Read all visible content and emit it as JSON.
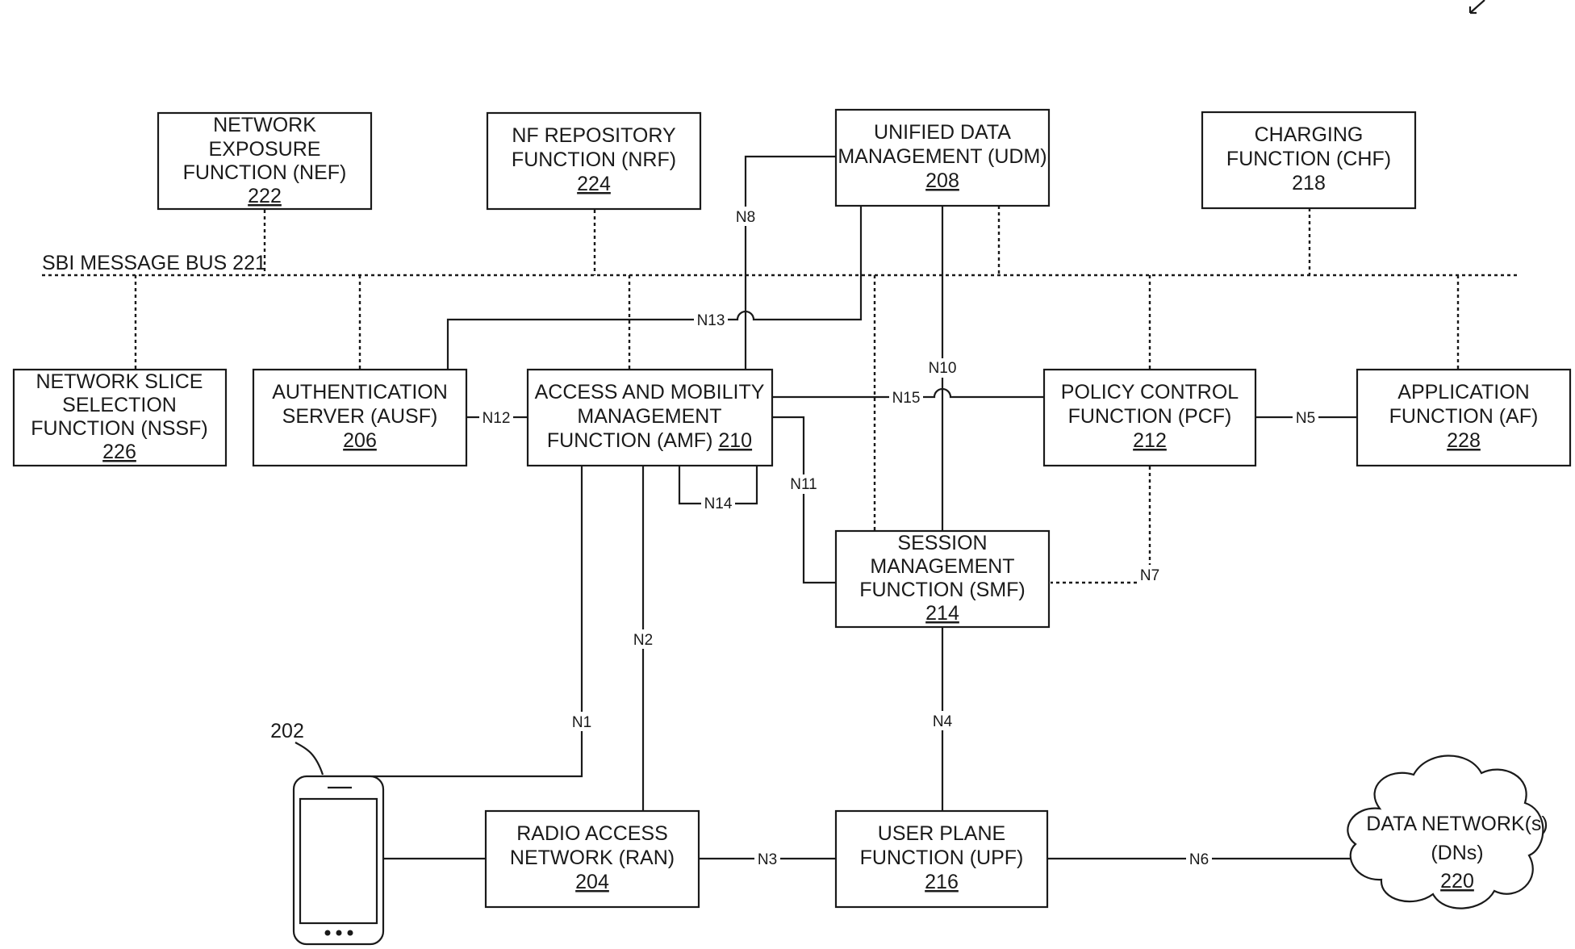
{
  "bus": {
    "label": "SBI MESSAGE BUS 221"
  },
  "nodes": {
    "nef": {
      "lines": [
        "NETWORK",
        "EXPOSURE",
        "FUNCTION (NEF)"
      ],
      "ref": "222"
    },
    "nrf": {
      "lines": [
        "NF REPOSITORY",
        "FUNCTION (NRF)"
      ],
      "ref": "224"
    },
    "udm": {
      "lines": [
        "UNIFIED DATA",
        "MANAGEMENT (UDM)"
      ],
      "ref": "208"
    },
    "chf": {
      "lines": [
        "CHARGING",
        "FUNCTION (CHF)"
      ],
      "ref": "218"
    },
    "nssf": {
      "lines": [
        "NETWORK SLICE",
        "SELECTION",
        "FUNCTION (NSSF)"
      ],
      "ref": "226"
    },
    "ausf": {
      "lines": [
        "AUTHENTICATION",
        "SERVER (AUSF)"
      ],
      "ref": "206"
    },
    "amf": {
      "lines": [
        "ACCESS AND MOBILITY",
        "MANAGEMENT"
      ],
      "line3": "FUNCTION (AMF)",
      "ref": "210"
    },
    "pcf": {
      "lines": [
        "POLICY CONTROL",
        "FUNCTION (PCF)"
      ],
      "ref": "212"
    },
    "af": {
      "lines": [
        "APPLICATION",
        "FUNCTION (AF)"
      ],
      "ref": "228"
    },
    "smf": {
      "lines": [
        "SESSION",
        "MANAGEMENT",
        "FUNCTION (SMF)"
      ],
      "ref": "214"
    },
    "ran": {
      "lines": [
        "RADIO ACCESS",
        "NETWORK (RAN)"
      ],
      "ref": "204"
    },
    "upf": {
      "lines": [
        "USER PLANE",
        "FUNCTION (UPF)"
      ],
      "ref": "216"
    },
    "dn": {
      "lines": [
        "DATA NETWORK(s)",
        "(DNs)"
      ],
      "ref": "220"
    },
    "ue": {
      "ref": "202"
    }
  },
  "interfaces": {
    "n1": "N1",
    "n2": "N2",
    "n3": "N3",
    "n4": "N4",
    "n5": "N5",
    "n6": "N6",
    "n7": "N7",
    "n8": "N8",
    "n10": "N10",
    "n11": "N11",
    "n12": "N12",
    "n13": "N13",
    "n14": "N14",
    "n15": "N15"
  },
  "icons": [
    "arrow-icon",
    "phone-icon",
    "cloud-icon"
  ]
}
